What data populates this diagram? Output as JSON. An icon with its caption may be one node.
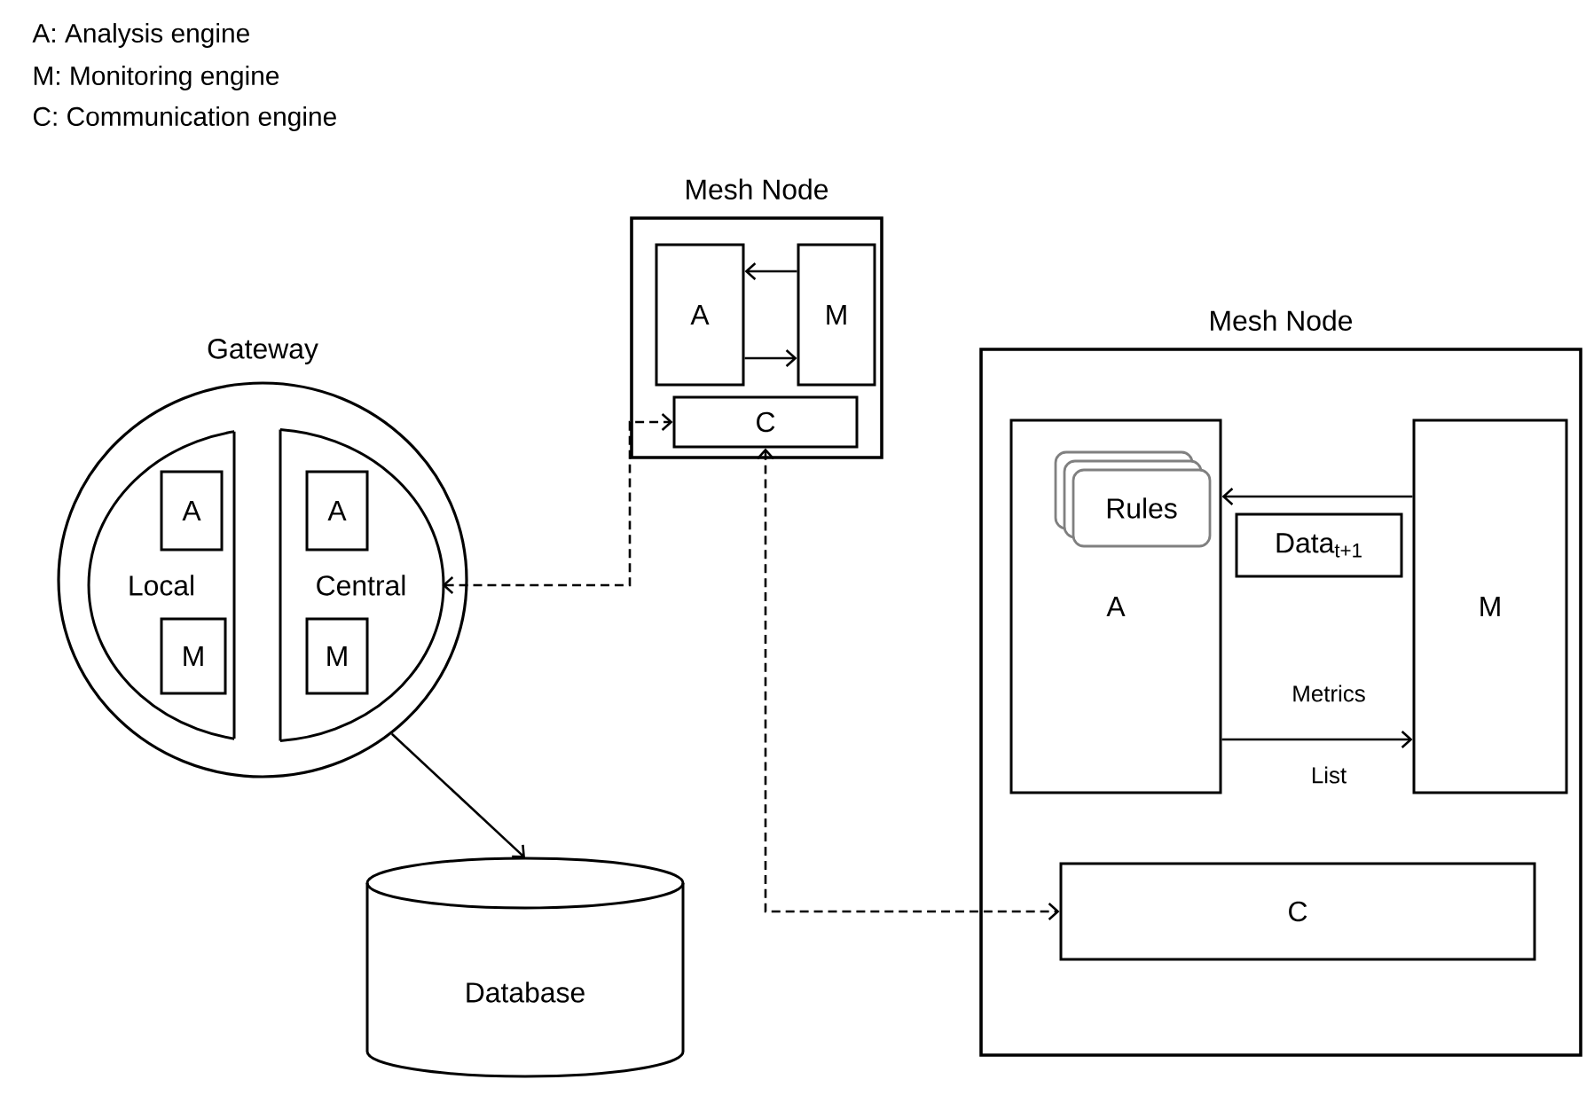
{
  "diagram": {
    "nodes": [
      {
        "text": [
          "Gateway"
        ]
      },
      {
        "text": [
          "Local"
        ],
        "in": 0
      },
      {
        "text": [
          "A"
        ],
        "in": 1
      },
      {
        "text": [
          "M"
        ],
        "in": 1
      },
      {
        "text": [
          "Central"
        ],
        "in": 0
      },
      {
        "text": [
          "A"
        ],
        "in": 4
      },
      {
        "text": [
          "M"
        ],
        "in": 4
      },
      {
        "text": [
          "Mesh Node"
        ]
      },
      {
        "text": [
          "A"
        ],
        "in": 7
      },
      {
        "text": [
          "M"
        ],
        "in": 7
      },
      {
        "text": [
          "C"
        ],
        "in": 7
      },
      {
        "text": [
          "Mesh Node"
        ]
      },
      {
        "text": [
          "A"
        ],
        "in": 11
      },
      {
        "text": [
          "Rules"
        ],
        "in": 12
      },
      {
        "text": [
          "Data$_{t+1}$"
        ],
        "in": 11
      },
      {
        "text": [
          "M"
        ],
        "in": 11
      },
      {
        "text": [
          "C"
        ],
        "in": 11
      },
      {
        "text": [
          "Database"
        ]
      }
    ],
    "edges": [
      {
        "from": 9,
        "to": 8,
        "arrow": "to"
      },
      {
        "from": 8,
        "to": 9,
        "arrow": "to"
      },
      {
        "from": 4,
        "to": 10,
        "arrow": "both",
        "style": "dashed"
      },
      {
        "from": 10,
        "to": 16,
        "arrow": "both",
        "style": "dashed"
      },
      {
        "from": 0,
        "to": 17,
        "arrow": "to"
      },
      {
        "from": 15,
        "to": 12,
        "arrow": "to"
      },
      {
        "from": 12,
        "to": 15,
        "arrow": "to"
      }
    ],
    "labels": [
      "A: Analysis engine",
      "M: Monitoring engine",
      "C: Communication engine",
      "Metrics",
      "List"
    ]
  }
}
